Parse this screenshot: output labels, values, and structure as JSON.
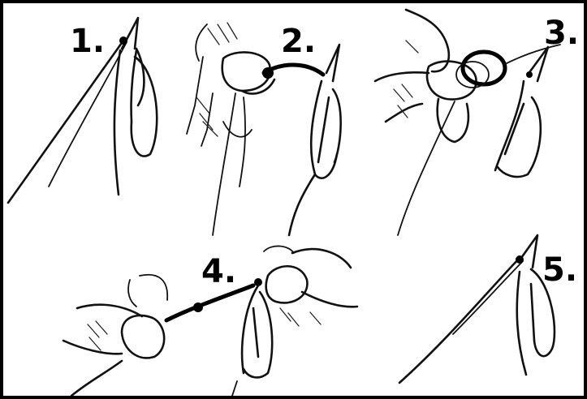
{
  "steps": [
    {
      "label": "1."
    },
    {
      "label": "2."
    },
    {
      "label": "3."
    },
    {
      "label": "4."
    },
    {
      "label": "5."
    }
  ]
}
